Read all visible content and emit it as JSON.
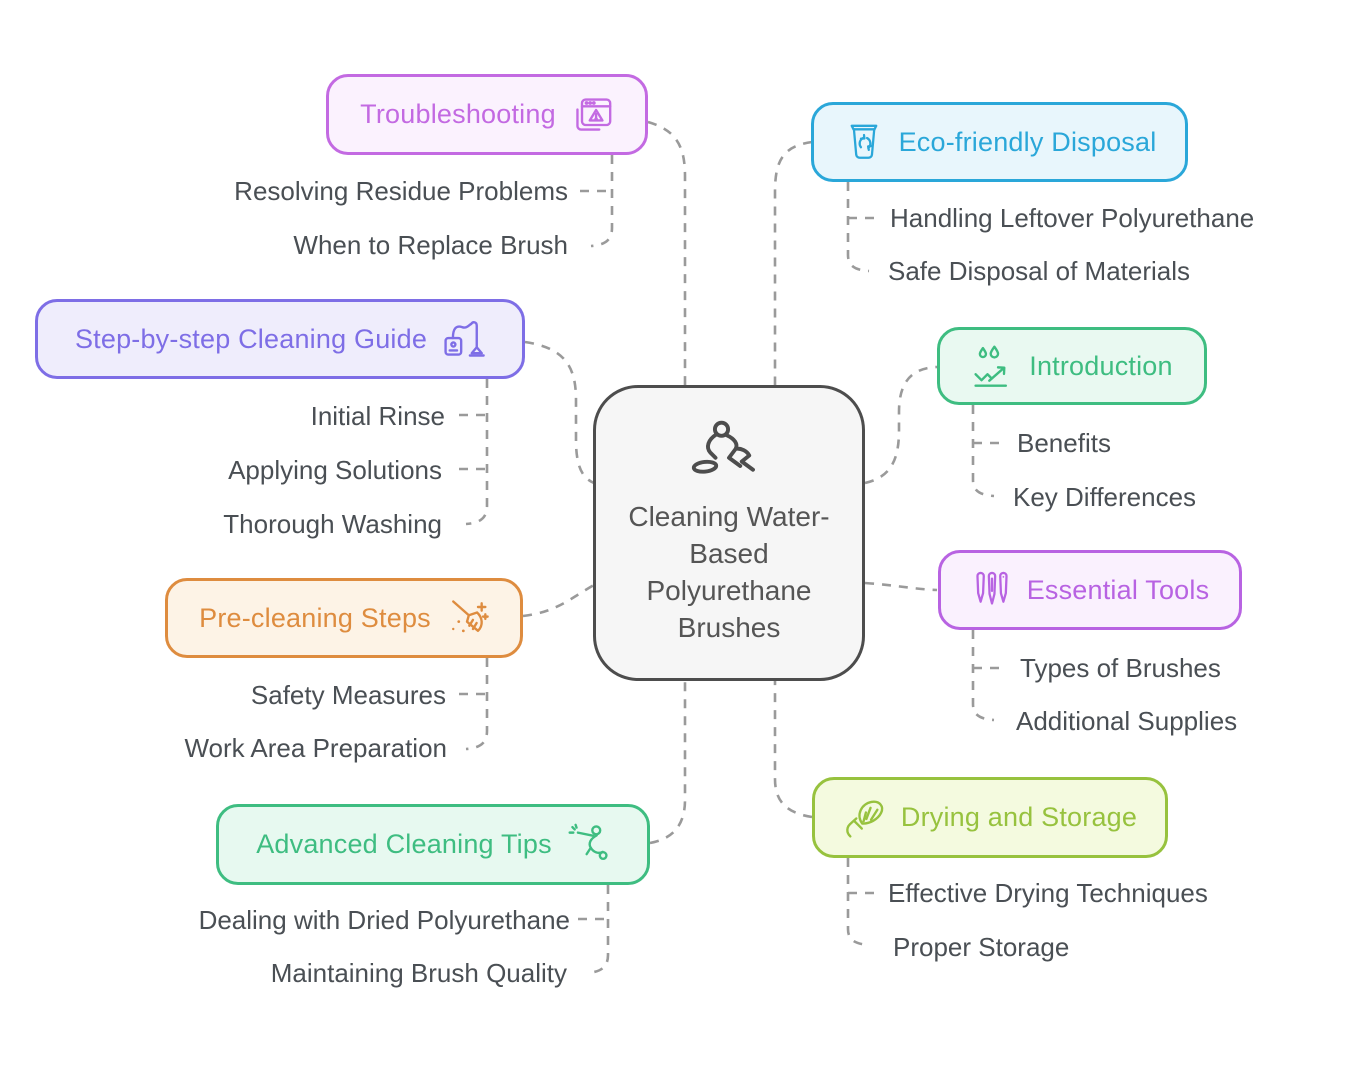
{
  "center": {
    "label": "Cleaning Water-Based Polyurethane Brushes",
    "icon": "cleaning-person-icon",
    "border_color": "#4d4d4d",
    "bg_color": "#f6f6f6",
    "text_color": "#555555"
  },
  "connector_color": "#9a9a9a",
  "subtopic_text_color": "#4a4f54",
  "branches": [
    {
      "label": "Troubleshooting",
      "icon": "warning-window-icon",
      "side": "left",
      "color": "#c36ae2",
      "bg": "#fbf2fe",
      "children": [
        "Resolving Residue Problems",
        "When to Replace Brush"
      ]
    },
    {
      "label": "Step-by-step Cleaning Guide",
      "icon": "vacuum-cleaner-icon",
      "side": "left",
      "color": "#7e6ee6",
      "bg": "#efedfc",
      "children": [
        "Initial Rinse",
        "Applying Solutions",
        "Thorough Washing"
      ]
    },
    {
      "label": "Pre-cleaning Steps",
      "icon": "broom-sparkles-icon",
      "side": "left",
      "color": "#de8c3f",
      "bg": "#fdf3e6",
      "children": [
        "Safety Measures",
        "Work Area Preparation"
      ]
    },
    {
      "label": "Advanced Cleaning Tips",
      "icon": "person-cleaning-icon",
      "side": "left",
      "color": "#3ebd81",
      "bg": "#e7f9f0",
      "children": [
        "Dealing with Dried Polyurethane",
        "Maintaining Brush Quality"
      ]
    },
    {
      "label": "Eco-friendly Disposal",
      "icon": "recycle-bin-icon",
      "side": "right",
      "color": "#2aa7d9",
      "bg": "#e8f6fc",
      "children": [
        "Handling Leftover Polyurethane",
        "Safe Disposal of Materials"
      ]
    },
    {
      "label": "Introduction",
      "icon": "water-drops-icon",
      "side": "right",
      "color": "#3ebd81",
      "bg": "#e9f9f1",
      "children": [
        "Benefits",
        "Key Differences"
      ]
    },
    {
      "label": "Essential Tools",
      "icon": "paint-brushes-icon",
      "side": "right",
      "color": "#b863e2",
      "bg": "#faf1fe",
      "children": [
        "Types of Brushes",
        "Additional Supplies"
      ]
    },
    {
      "label": "Drying and Storage",
      "icon": "round-brush-icon",
      "side": "right",
      "color": "#97c23e",
      "bg": "#f4fadf",
      "children": [
        "Effective Drying Techniques",
        "Proper Storage"
      ]
    }
  ]
}
